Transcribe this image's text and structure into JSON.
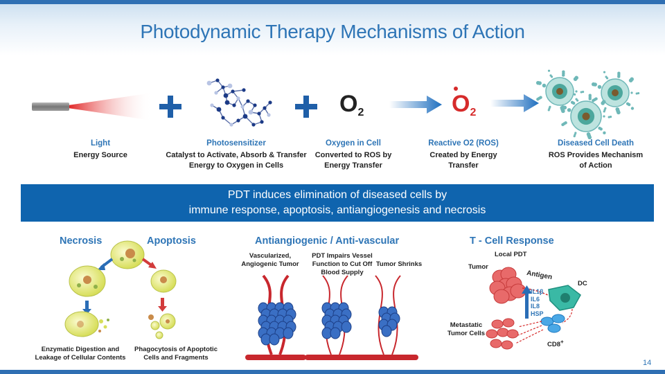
{
  "header": {
    "title": "Photodynamic Therapy Mechanisms of Action"
  },
  "flow": [
    {
      "head": "Light",
      "body": "Energy Source"
    },
    {
      "head": "Photosensitizer",
      "body": "Catalyst to Activate, Absorb & Transfer Energy to Oxygen in Cells"
    },
    {
      "head": "Oxygen in Cell",
      "body": "Converted to ROS by Energy Transfer"
    },
    {
      "head": "Reactive O2  (ROS)",
      "body": "Created by Energy Transfer"
    },
    {
      "head": "Diseased Cell Death",
      "body": "ROS Provides Mechanism of Action"
    }
  ],
  "symbols": {
    "oxygen": "O",
    "oxygen_sub": "2",
    "reactive": "O",
    "reactive_sub": "2",
    "plus": "+"
  },
  "banner": {
    "line1": "PDT induces elimination of diseased cells by",
    "line2": "immune response, apoptosis, antiangiogenesis and necrosis"
  },
  "necrosis": {
    "title": "Necrosis",
    "caption": "Enzymatic Digestion and Leakage of Cellular Contents"
  },
  "apoptosis": {
    "title": "Apoptosis",
    "caption": "Phagocytosis of Apoptotic Cells and Fragments"
  },
  "antiangio": {
    "title": "Antiangiogenic / Anti-vascular",
    "stage1": "Vascularized, Angiogenic Tumor",
    "stage2": "PDT Impairs Vessel Function to Cut Off Blood Supply",
    "stage3": "Tumor Shrinks"
  },
  "tcell": {
    "title": "T - Cell Response",
    "local_pdt": "Local PDT",
    "tumor": "Tumor",
    "antigen": "Antigen",
    "dc": "DC",
    "cytokines": [
      "IL1β",
      "IL6",
      "IL8",
      "HSP"
    ],
    "metastatic": "Metastatic Tumor Cells",
    "cd8": "CD8",
    "cd8_sup": "+"
  },
  "footer": {
    "page_number": "14"
  },
  "colors": {
    "accent": "#2e75b6",
    "banner": "#0f64ae",
    "arrow": "#1f6fbf",
    "red": "#d62b2b"
  }
}
